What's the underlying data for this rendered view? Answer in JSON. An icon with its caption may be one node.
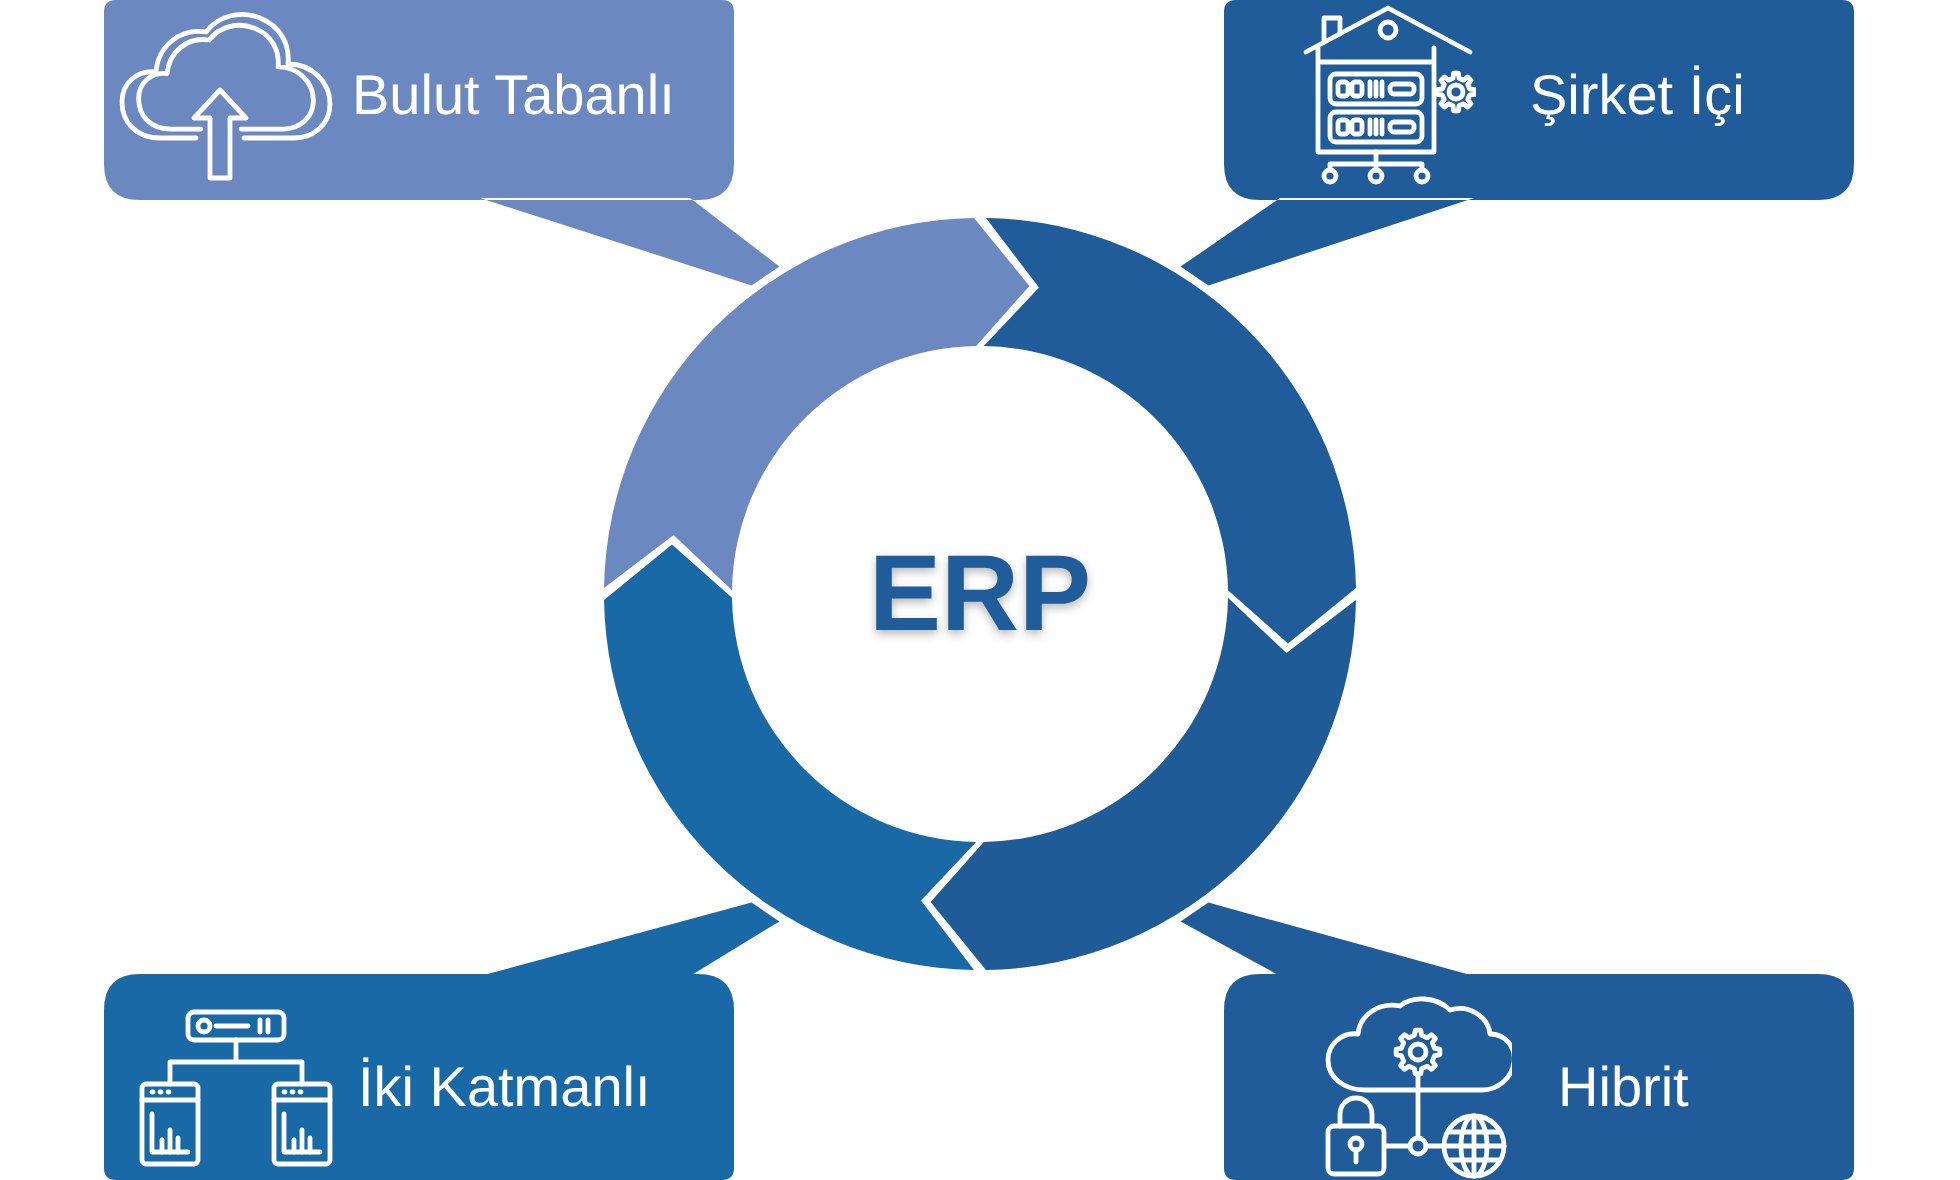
{
  "diagram": {
    "nodes": [
      {
        "text": [
          "Bulut Tabanlı"
        ]
      },
      {
        "text": [
          "Şirket İçi"
        ]
      },
      {
        "text": [
          "ERP"
        ]
      },
      {
        "text": [
          "İki Katmanlı"
        ]
      },
      {
        "text": [
          "Hibrit"
        ]
      }
    ]
  }
}
